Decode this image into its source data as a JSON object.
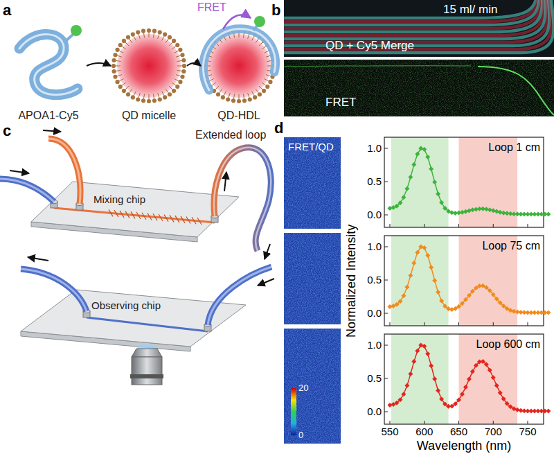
{
  "diagram": {
    "nodes": [
      {
        "text": [
          "APOA1-Cy5"
        ]
      },
      {
        "text": [
          "QD micelle"
        ]
      },
      {
        "text": [
          "QD-HDL"
        ]
      }
    ],
    "edges": [
      {
        "from": 0,
        "to": 1,
        "arrow": "to"
      },
      {
        "from": 1,
        "to": 2,
        "arrow": "to"
      }
    ],
    "labels": [
      "a",
      "FRET",
      "b",
      "15 ml/ min",
      "QD + Cy5 Merge",
      "FRET",
      "c",
      "Mixing chip",
      "Extended loop",
      "Observing chip",
      "d",
      "FRET/QD",
      "20",
      "0",
      "Normalized Intensity",
      "1.0",
      "0.5",
      "0.0",
      "Loop 1 cm",
      "1.0",
      "0.5",
      "0.0",
      "Loop 75 cm",
      "1.0",
      "0.5",
      "0.0",
      "Loop 600 cm",
      "550",
      "600",
      "650",
      "700",
      "750",
      "Wavelength (nm)"
    ]
  }
}
